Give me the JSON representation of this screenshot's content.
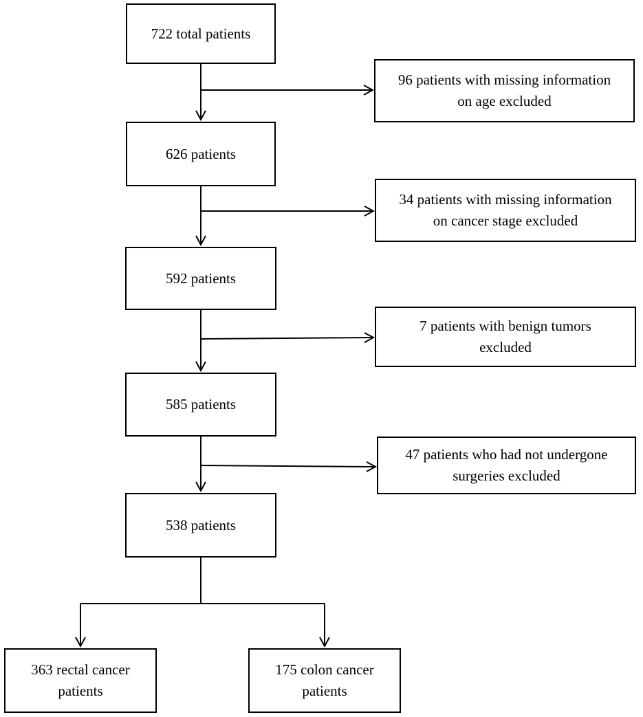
{
  "flowchart": {
    "main_boxes": [
      {
        "id": "total",
        "lines": [
          "722 total patients"
        ]
      },
      {
        "id": "after-age",
        "lines": [
          "626 patients"
        ]
      },
      {
        "id": "after-stage",
        "lines": [
          "592 patients"
        ]
      },
      {
        "id": "after-benign",
        "lines": [
          "585 patients"
        ]
      },
      {
        "id": "after-surgery",
        "lines": [
          "538 patients"
        ]
      }
    ],
    "exclusion_boxes": [
      {
        "id": "excl-age",
        "lines": [
          "96 patients with missing information",
          "on age excluded"
        ]
      },
      {
        "id": "excl-stage",
        "lines": [
          "34 patients with missing information",
          "on cancer stage excluded"
        ]
      },
      {
        "id": "excl-benign",
        "lines": [
          "7 patients with benign tumors",
          "excluded"
        ]
      },
      {
        "id": "excl-surgery",
        "lines": [
          "47 patients who had not undergone",
          "surgeries excluded"
        ]
      }
    ],
    "final_boxes": [
      {
        "id": "rectal",
        "lines": [
          "363 rectal cancer",
          "patients"
        ]
      },
      {
        "id": "colon",
        "lines": [
          "175 colon cancer",
          "patients"
        ]
      }
    ],
    "colors": {
      "line": "#000000",
      "box_fill": "#ffffff"
    }
  }
}
